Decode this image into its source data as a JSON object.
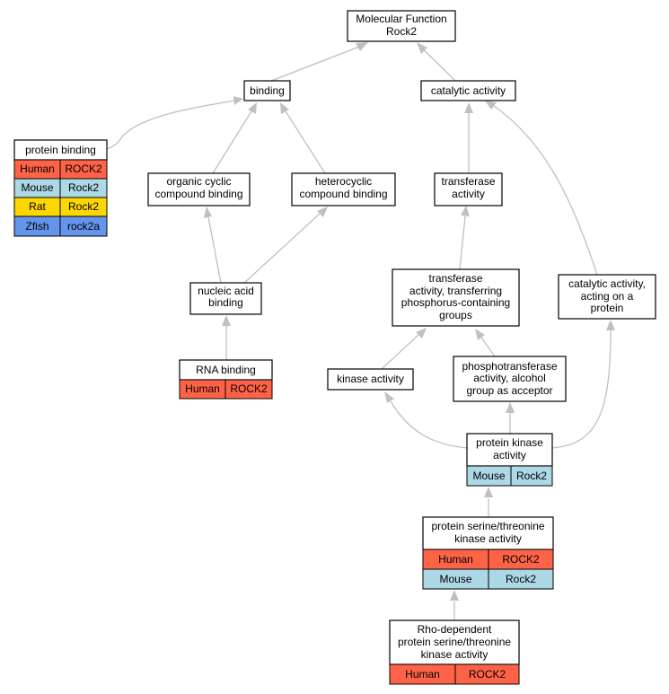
{
  "colors": {
    "human": "#ff6347",
    "mouse": "#add8e6",
    "rat": "#ffd700",
    "zfish": "#6495ed",
    "edge": "#c0c0c0"
  },
  "nodes": {
    "molecular_function": {
      "line1": "Molecular Function",
      "line2": "Rock2"
    },
    "binding": {
      "line1": "binding"
    },
    "catalytic_activity": {
      "line1": "catalytic activity"
    },
    "protein_binding": {
      "line1": "protein binding",
      "rows": [
        {
          "species": "Human",
          "gene": "ROCK2"
        },
        {
          "species": "Mouse",
          "gene": "Rock2"
        },
        {
          "species": "Rat",
          "gene": "Rock2"
        },
        {
          "species": "Zfish",
          "gene": "rock2a"
        }
      ]
    },
    "organic_cyclic": {
      "line1": "organic cyclic",
      "line2": "compound binding"
    },
    "heterocyclic": {
      "line1": "heterocyclic",
      "line2": "compound binding"
    },
    "transferase_activity": {
      "line1": "transferase",
      "line2": "activity"
    },
    "nucleic_acid_binding": {
      "line1": "nucleic acid",
      "line2": "binding"
    },
    "transferase_phosphorus": {
      "line1": "transferase",
      "line2": "activity, transferring",
      "line3": "phosphorus-containing",
      "line4": "groups"
    },
    "catalytic_on_protein": {
      "line1": "catalytic activity,",
      "line2": "acting on a",
      "line3": "protein"
    },
    "rna_binding": {
      "line1": "RNA binding",
      "rows": [
        {
          "species": "Human",
          "gene": "ROCK2"
        }
      ]
    },
    "kinase_activity": {
      "line1": "kinase activity"
    },
    "phosphotransferase": {
      "line1": "phosphotransferase",
      "line2": "activity, alcohol",
      "line3": "group as acceptor"
    },
    "protein_kinase": {
      "line1": "protein kinase",
      "line2": "activity",
      "rows": [
        {
          "species": "Mouse",
          "gene": "Rock2"
        }
      ]
    },
    "ser_thr_kinase": {
      "line1": "protein serine/threonine",
      "line2": "kinase activity",
      "rows": [
        {
          "species": "Human",
          "gene": "ROCK2"
        },
        {
          "species": "Mouse",
          "gene": "Rock2"
        }
      ]
    },
    "rho_dependent": {
      "line1": "Rho-dependent",
      "line2": "protein serine/threonine",
      "line3": "kinase activity",
      "rows": [
        {
          "species": "Human",
          "gene": "ROCK2"
        }
      ]
    }
  }
}
